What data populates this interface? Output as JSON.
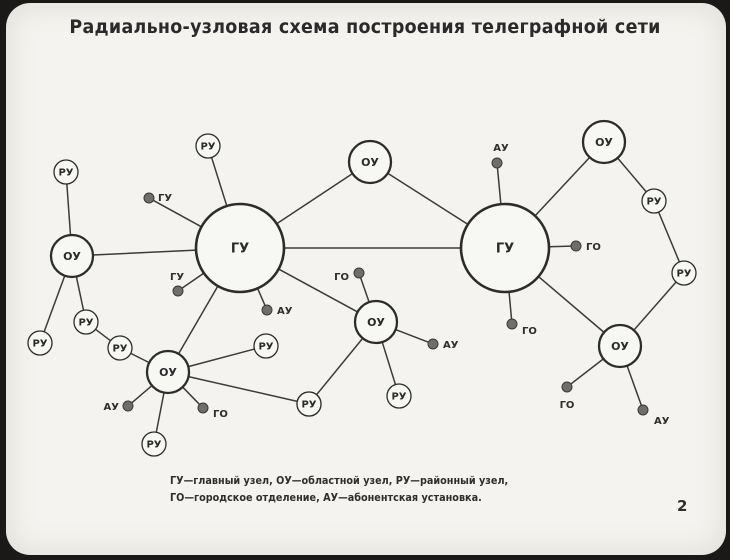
{
  "title": "Радиально-узловая схема построения телеграфной сети",
  "legend": {
    "line1": "ГУ—главный узел, ОУ—областной узел,  РУ—районный узел,",
    "line2": "ГО—городское отделение, АУ—абонентская установка."
  },
  "page_number": "2",
  "nodes": [
    {
      "id": "gu_left",
      "label": "ГУ",
      "kind": "big"
    },
    {
      "id": "gu_right",
      "label": "ГУ",
      "kind": "big"
    },
    {
      "id": "ou_top",
      "label": "ОУ",
      "kind": "mid"
    },
    {
      "id": "ou_left",
      "label": "ОУ",
      "kind": "mid"
    },
    {
      "id": "ou_bl",
      "label": "ОУ",
      "kind": "mid"
    },
    {
      "id": "ou_center",
      "label": "ОУ",
      "kind": "mid"
    },
    {
      "id": "ou_tr",
      "label": "ОУ",
      "kind": "mid"
    },
    {
      "id": "ou_br",
      "label": "ОУ",
      "kind": "mid"
    },
    {
      "id": "ru_1",
      "label": "РУ",
      "kind": "small"
    },
    {
      "id": "ru_2",
      "label": "РУ",
      "kind": "small"
    },
    {
      "id": "ru_3",
      "label": "РУ",
      "kind": "small"
    },
    {
      "id": "ru_4",
      "label": "РУ",
      "kind": "small"
    },
    {
      "id": "ru_5",
      "label": "РУ",
      "kind": "small"
    },
    {
      "id": "ru_6",
      "label": "РУ",
      "kind": "small"
    },
    {
      "id": "ru_7",
      "label": "РУ",
      "kind": "small"
    },
    {
      "id": "ru_8",
      "label": "РУ",
      "kind": "small"
    },
    {
      "id": "ru_9",
      "label": "РУ",
      "kind": "small"
    },
    {
      "id": "ru_10",
      "label": "РУ",
      "kind": "small"
    },
    {
      "id": "ru_11",
      "label": "РУ",
      "kind": "small"
    },
    {
      "id": "ru_12",
      "label": "РУ",
      "kind": "small"
    }
  ],
  "terminals": [
    {
      "id": "t_gu_left_1",
      "label": "ГУ"
    },
    {
      "id": "t_gu_left_2",
      "label": "ГУ"
    },
    {
      "id": "t_gu_left_au",
      "label": "АУ"
    },
    {
      "id": "t_ou_bl_au",
      "label": "АУ"
    },
    {
      "id": "t_ou_bl_go",
      "label": "ГО"
    },
    {
      "id": "t_ou_center_go",
      "label": "ГО"
    },
    {
      "id": "t_ou_center_au",
      "label": "АУ"
    },
    {
      "id": "t_gu_right_au",
      "label": "АУ"
    },
    {
      "id": "t_gu_right_go1",
      "label": "ГО"
    },
    {
      "id": "t_gu_right_go2",
      "label": "ГО"
    },
    {
      "id": "t_ou_br_go",
      "label": "ГО"
    },
    {
      "id": "t_ou_br_au",
      "label": "АУ"
    }
  ],
  "edges": [
    [
      "gu_left",
      "gu_right"
    ],
    [
      "gu_left",
      "ou_top"
    ],
    [
      "ou_top",
      "gu_right"
    ],
    [
      "gu_left",
      "ou_left"
    ],
    [
      "gu_left",
      "ou_center"
    ],
    [
      "gu_left",
      "ou_bl"
    ],
    [
      "gu_left",
      "ru_2"
    ],
    [
      "gu_left",
      "t_gu_left_1"
    ],
    [
      "gu_left",
      "t_gu_left_2"
    ],
    [
      "gu_left",
      "t_gu_left_au"
    ],
    [
      "ou_left",
      "ru_1"
    ],
    [
      "ou_left",
      "ru_3"
    ],
    [
      "ou_left",
      "ru_4"
    ],
    [
      "ru_4",
      "ru_5"
    ],
    [
      "ru_5",
      "ou_bl"
    ],
    [
      "ou_bl",
      "ru_6"
    ],
    [
      "ou_bl",
      "ru_7"
    ],
    [
      "ou_bl",
      "ru_8"
    ],
    [
      "ou_bl",
      "t_ou_bl_au"
    ],
    [
      "ou_bl",
      "t_ou_bl_go"
    ],
    [
      "ou_center",
      "ru_9"
    ],
    [
      "ou_center",
      "ru_10"
    ],
    [
      "ou_center",
      "t_ou_center_go"
    ],
    [
      "ou_center",
      "t_ou_center_au"
    ],
    [
      "gu_right",
      "ou_tr"
    ],
    [
      "gu_right",
      "ou_br"
    ],
    [
      "gu_right",
      "t_gu_right_au"
    ],
    [
      "gu_right",
      "t_gu_right_go1"
    ],
    [
      "gu_right",
      "t_gu_right_go2"
    ],
    [
      "ou_tr",
      "ru_11"
    ],
    [
      "ru_11",
      "ru_12"
    ],
    [
      "ru_12",
      "ou_br"
    ],
    [
      "ou_br",
      "t_ou_br_go"
    ],
    [
      "ou_br",
      "t_ou_br_au"
    ]
  ]
}
